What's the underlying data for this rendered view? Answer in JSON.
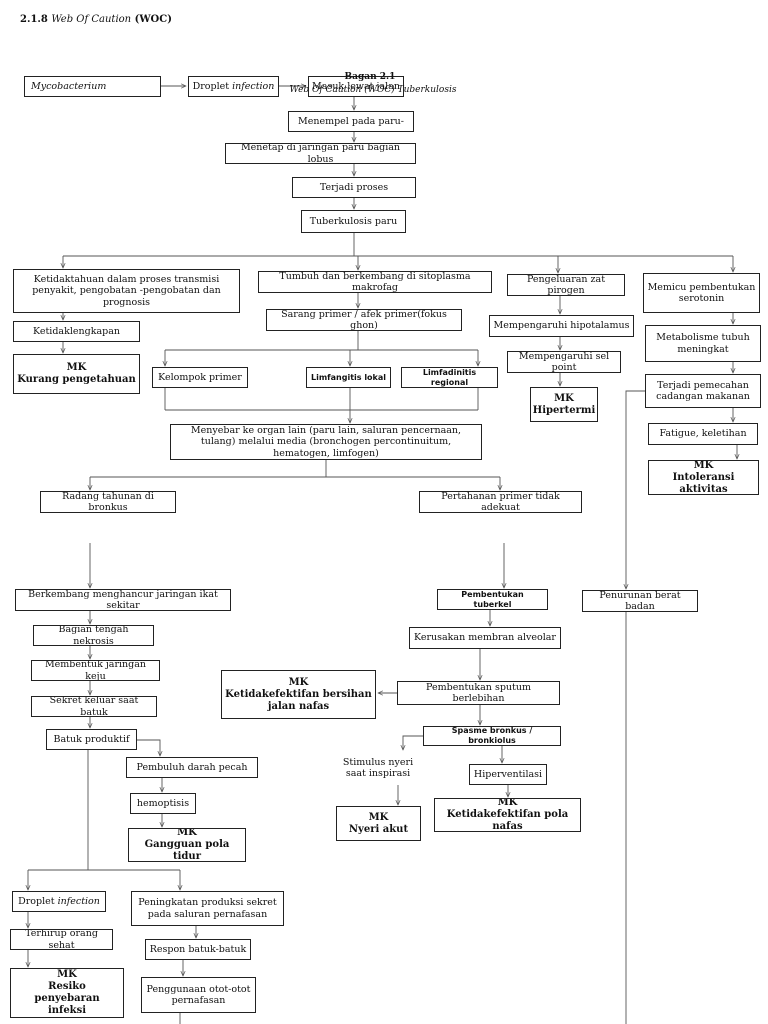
{
  "heading": {
    "number": "2.1.8",
    "italic": "Web Of Caution",
    "bold": "(WOC)"
  },
  "caption": {
    "title": "Bagan 2.1",
    "subtitle": "Web Of Caution (WOC) Tuberkulosis"
  },
  "nodes": {
    "mycobacterium": "Mycobacterium",
    "droplet_top_a": "Droplet ",
    "droplet_top_b": "infection",
    "masuk": "Masuk lewat jalan",
    "menempel": "Menempel pada paru-",
    "menetap": "Menetap di jaringan paru bagian lobus",
    "proses": "Terjadi proses",
    "tb": "Tuberkulosis paru",
    "ketidaktahuan": "Ketidaktahuan dalam proses transmisi penyakit, pengobatan -pengobatan dan prognosis",
    "ketidaklengkapan": "Ketidaklengkapan",
    "mk_kurang_a": "MK",
    "mk_kurang_b": "Kurang pengetahuan",
    "tumbuh": "Tumbuh dan berkembang di sitoplasma makrofag",
    "sarang": "Sarang primer / afek primer(fokus ghon)",
    "kelompok": "Kelompok primer",
    "limfangitis": "Limfangitis lokal",
    "limfadinitis": "Limfadinitis regional",
    "menyebar": "Menyebar ke organ lain (paru lain, saluran pencernaan, tulang) melalui media (bronchogen percontinuitum, hematogen, limfogen)",
    "pirogen": "Pengeluaran zat pirogen",
    "hipotalamus": "Mempengaruhi hipotalamus",
    "selpoint": "Mempengaruhi sel point",
    "mk_hiper_a": "MK",
    "mk_hiper_b": "Hipertermi",
    "serotonin": "Memicu pembentukan serotonin",
    "metabolisme": "Metabolisme tubuh meningkat",
    "pemecahan": "Terjadi pemecahan cadangan makanan",
    "fatigue": "Fatigue, keletihan",
    "mk_into_a": "MK",
    "mk_into_b": "Intoleransi aktivitas",
    "radang": "Radang tahunan di bronkus",
    "pertahanan": "Pertahanan primer tidak adekuat",
    "berkembang": "Berkembang menghancur jaringan ikat sekitar",
    "nekrosis": "Bagian tengah nekrosis",
    "keju": "Membentuk jaringan keju",
    "sekret": "Sekret keluar saat batuk",
    "batuk": "Batuk produktif",
    "pembuluh": "Pembuluh darah pecah",
    "hemoptisis": "hemoptisis",
    "mk_tidur_a": "MK",
    "mk_tidur_b": "Gangguan pola tidur",
    "droplet_bot_a": "Droplet ",
    "droplet_bot_b": "infection",
    "terhirup": "Terhirup orang sehat",
    "mk_resiko_a": "MK",
    "mk_resiko_b": "Resiko penyebaran infeksi",
    "peningkatan": "Peningkatan produksi sekret pada saluran pernafasan",
    "respon": "Respon batuk-batuk",
    "otot": "Penggunaan otot-otot pernafasan",
    "tuberkel": "Pembentukan tuberkel",
    "kerusakan": "Kerusakan membran alveolar",
    "sputum": "Pembentukan sputum berlebihan",
    "mk_bersihan_a": "MK",
    "mk_bersihan_b": "Ketidakefektifan bersihan jalan nafas",
    "spasme": "Spasme bronkus / bronkiolus",
    "stimulus": "Stimulus nyeri saat inspirasi",
    "mk_nyeri_a": "MK",
    "mk_nyeri_b": "Nyeri akut",
    "hiperventilasi": "Hiperventilasi",
    "mk_pola_a": "MK",
    "mk_pola_b": "Ketidakefektifan pola nafas",
    "bb": "Penurunan berat badan"
  },
  "style": {
    "line_color": "#555555",
    "box_border": "#222222"
  }
}
